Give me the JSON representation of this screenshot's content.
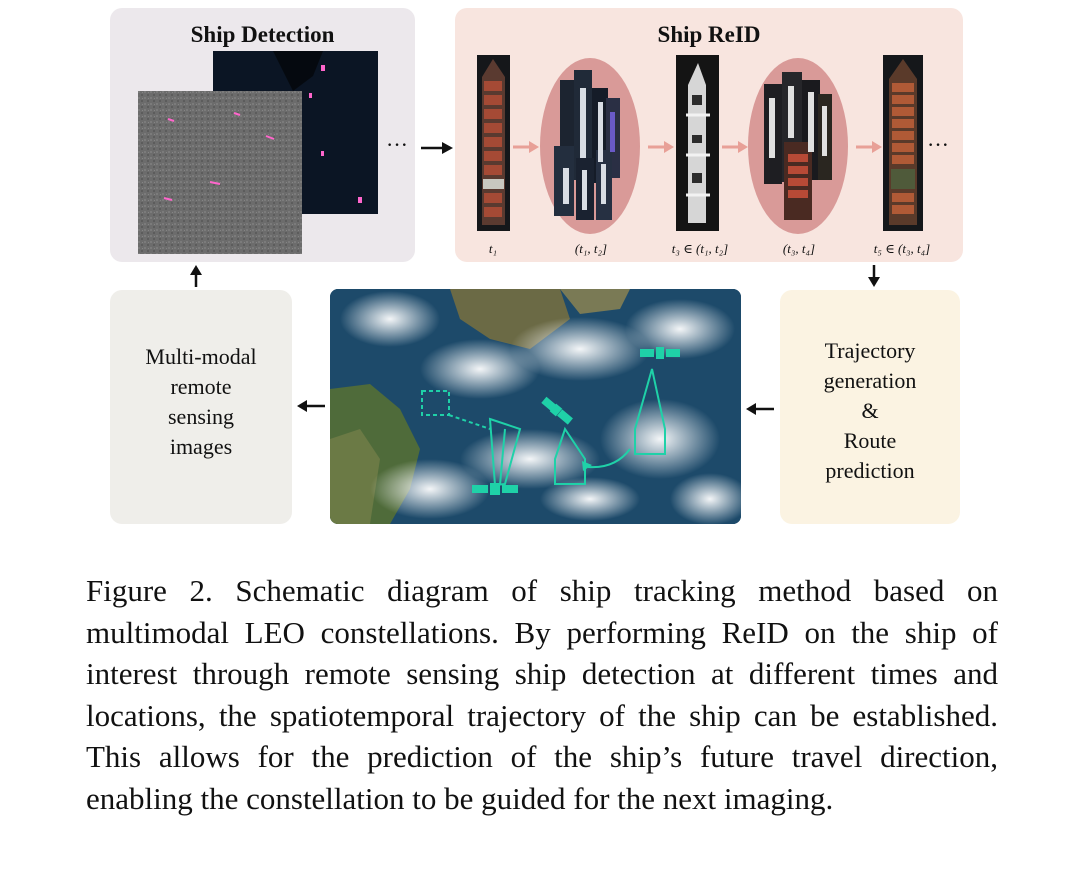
{
  "detection": {
    "title": "Ship Detection",
    "ellipsis": "···"
  },
  "reid": {
    "title": "Ship ReID",
    "ellipsis": "···",
    "time_labels": [
      "t₁",
      "(t₁, t₂]",
      "t₃ ∈ (t₁, t₂]",
      "(t₃, t₄]",
      "t₅ ∈ (t₃, t₄]"
    ]
  },
  "multimodal": {
    "lines": [
      "Multi-modal",
      "remote",
      "sensing",
      "images"
    ]
  },
  "trajectory": {
    "lines": [
      "Trajectory",
      "generation",
      "&",
      "Route",
      "prediction"
    ]
  },
  "caption": "Figure 2.  Schematic diagram of ship tracking method based on multimodal LEO constellations. By performing ReID on the ship of interest through remote sensing ship detection at different times and locations, the spatiotemporal trajectory of the ship can be established.  This allows for the prediction of the ship’s future travel direction, enabling the constellation to be guided for the next imaging.",
  "colors": {
    "detection_bg": "#ece8ec",
    "reid_bg": "#f8e5df",
    "multimodal_bg": "#efeeea",
    "trajectory_bg": "#fbf3e2",
    "reid_arrow": "#e8a097",
    "cluster_ellipse": "#d99a98",
    "satellite": "#1fd1a8",
    "detection_box": "#ff66cc"
  }
}
